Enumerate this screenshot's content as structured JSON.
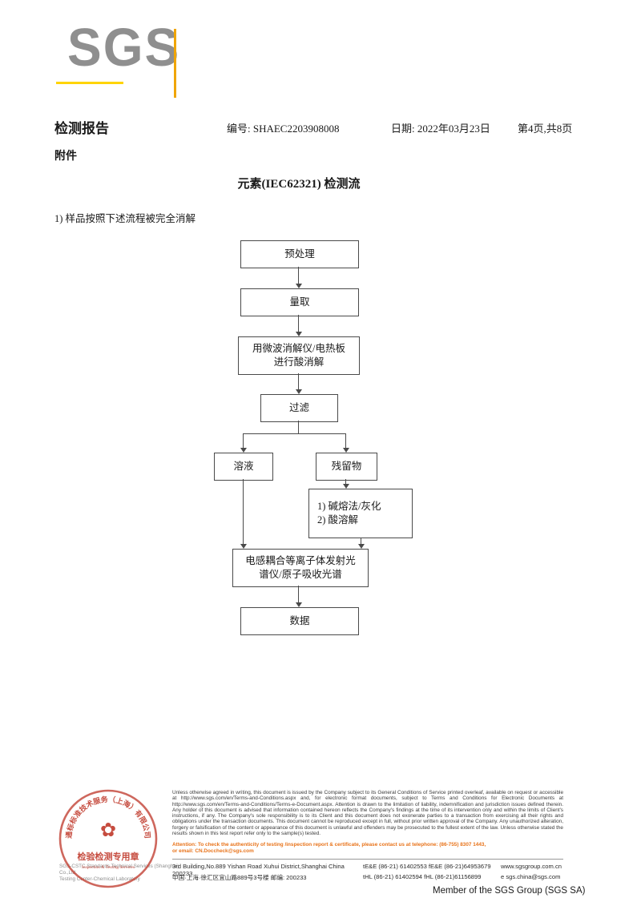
{
  "logo": {
    "text": "SGS"
  },
  "header": {
    "report_title": "检测报告",
    "report_no": "编号: SHAEC2203908008",
    "date": "日期: 2022年03月23日",
    "page_info": "第4页,共8页",
    "attachment_label": "附件"
  },
  "content": {
    "section_title": "元素(IEC62321) 检测流",
    "intro": "1) 样品按照下述流程被完全消解"
  },
  "flowchart": {
    "nodes": [
      {
        "id": "pretreatment",
        "label": "预处理"
      },
      {
        "id": "measure",
        "label": "量取"
      },
      {
        "id": "acid-digestion",
        "label": "用微波消解仪/电热板\n进行酸消解"
      },
      {
        "id": "filter",
        "label": "过滤"
      },
      {
        "id": "solution",
        "label": "溶液"
      },
      {
        "id": "residue",
        "label": "残留物"
      },
      {
        "id": "alkali-fusion",
        "label": "1) 碱熔法/灰化\n2) 酸溶解"
      },
      {
        "id": "icp-spectrometer",
        "label": "电感耦合等离子体发射光\n谱仪/原子吸收光谱"
      },
      {
        "id": "data",
        "label": "数据"
      }
    ]
  },
  "stamp": {
    "ring_text": "通标标准技术服务（上海）有限公司",
    "title": "检验检测专用章",
    "subtitle": "Inspection & Testing Services",
    "color": "#c0392b"
  },
  "footer": {
    "company_line1": "SGS-CSTC Standards Technical Services (Shanghai) Co.,Ltd.",
    "company_line2": "Testing Center-Chemical Laboratory",
    "legal": "Unless otherwise agreed in writing, this document is issued by the Company subject to its General Conditions of Service printed overleaf, available on request or accessible at http://www.sgs.com/en/Terms-and-Conditions.aspx and, for electronic format documents, subject to Terms and Conditions for Electronic Documents at http://www.sgs.com/en/Terms-and-Conditions/Terms-e-Document.aspx. Attention is drawn to the limitation of liability, indemnification and jurisdiction issues defined therein. Any holder of this document is advised that information contained hereon reflects the Company's findings at the time of its intervention only and within the limits of Client's instructions, if any. The Company's sole responsibility is to its Client and this document does not exonerate parties to a transaction from exercising all their rights and obligations under the transaction documents. This document cannot be reproduced except in full, without prior written approval of the Company. Any unauthorized alteration, forgery or falsification of the content or appearance of this document is unlawful and offenders may be prosecuted to the fullest extent of the law. Unless otherwise stated the results shown in this test report refer only to the sample(s) tested.",
    "attention_line1": "Attention: To check the authenticity of testing /inspection report & certificate, please contact us at telephone: (86-755) 8307 1443,",
    "attention_line2": "or email: CN.Doccheck@sgs.com",
    "address": {
      "rows": [
        {
          "left": "3rd Building,No.889 Yishan Road Xuhui District,Shanghai China   200233",
          "mid": "tE&E (86-21) 61402553   fE&E (86-21)64953679",
          "right": "www.sgsgroup.com.cn"
        },
        {
          "left": "中国·上海·徐汇区宜山路889号3号楼   邮编: 200233",
          "mid": "tHL (86-21) 61402594   fHL (86-21)61156899",
          "right": "e  sgs.china@sgs.com"
        }
      ]
    },
    "member_line": "Member of the SGS Group (SGS SA)"
  }
}
